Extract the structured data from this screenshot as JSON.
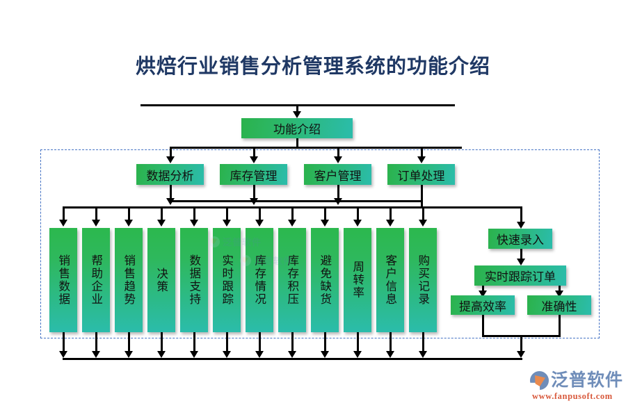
{
  "title": "烘焙行业销售分析管理系统的功能介绍",
  "colors": {
    "title_text": "#1f3864",
    "node_gradient_start": "#2bb24c",
    "node_gradient_end": "#2bbcab",
    "dashed_border": "#4472c4",
    "connector": "#000000",
    "brand_blue": "#6f8db9",
    "brand_orange": "#e98a4e",
    "url_red": "#d8593c"
  },
  "diagram": {
    "root": {
      "label": "功能介绍"
    },
    "level2": [
      {
        "label": "数据分析"
      },
      {
        "label": "库存管理"
      },
      {
        "label": "客户管理"
      },
      {
        "label": "订单处理"
      }
    ],
    "leaves": [
      {
        "label": "销售数据"
      },
      {
        "label": "帮助企业"
      },
      {
        "label": "销售趋势"
      },
      {
        "label": "决策"
      },
      {
        "label": "数据支持"
      },
      {
        "label": "实时跟踪"
      },
      {
        "label": "库存情况"
      },
      {
        "label": "库存积压"
      },
      {
        "label": "避免缺货"
      },
      {
        "label": "周转率"
      },
      {
        "label": "客户信息"
      },
      {
        "label": "购买记录"
      }
    ],
    "order_branch": [
      {
        "label": "快速录入"
      },
      {
        "label": "实时跟踪订单"
      },
      {
        "label": "提高效率"
      },
      {
        "label": "准确性"
      }
    ]
  },
  "watermark": {
    "text": "泛普软件"
  },
  "brand": {
    "name": "泛普软件",
    "url": "www.fanpusoft.com"
  }
}
